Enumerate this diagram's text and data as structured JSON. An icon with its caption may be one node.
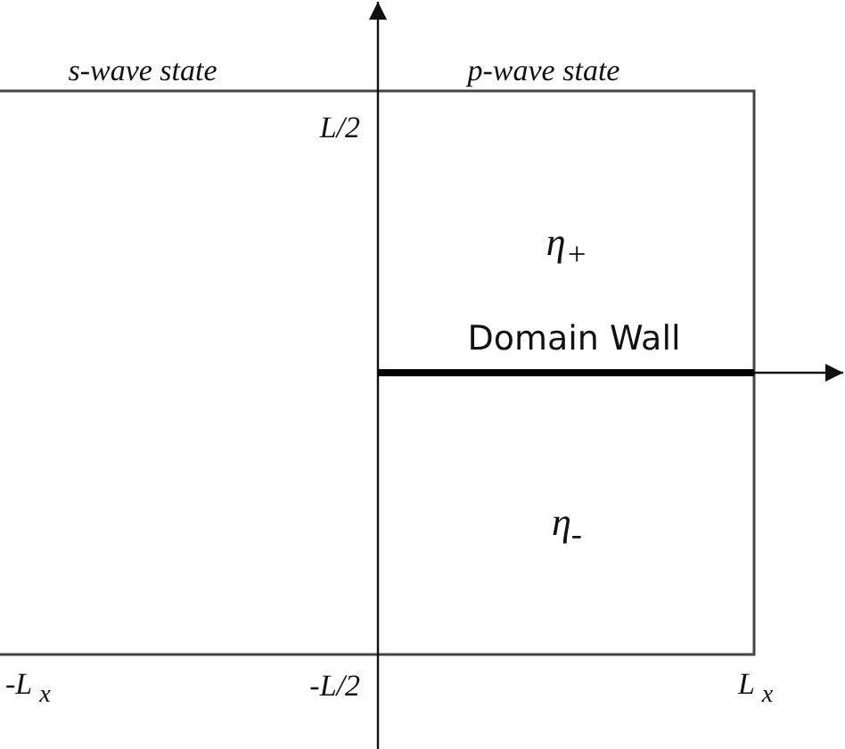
{
  "diagram": {
    "labels": [
      "s-wave state",
      "p-wave state",
      "L/2",
      "η$_{+}$",
      "Domain Wall",
      "η$_{-}$",
      "-L $_{x}$",
      "-L/2",
      "L $_{x}$"
    ]
  }
}
